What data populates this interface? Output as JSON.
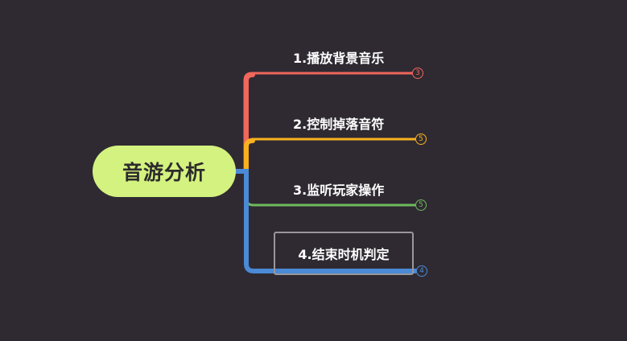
{
  "root": {
    "label": "音游分析",
    "color": "#d4f27f"
  },
  "branches": [
    {
      "label": "1.播放背景音乐",
      "count": "3",
      "color": "#f0675c"
    },
    {
      "label": "2.控制掉落音符",
      "count": "5",
      "color": "#f9b11e"
    },
    {
      "label": "3.监听玩家操作",
      "count": "5",
      "color": "#6fb95b"
    },
    {
      "label": "4.结束时机判定",
      "count": "4",
      "color": "#4a8ad6"
    }
  ]
}
